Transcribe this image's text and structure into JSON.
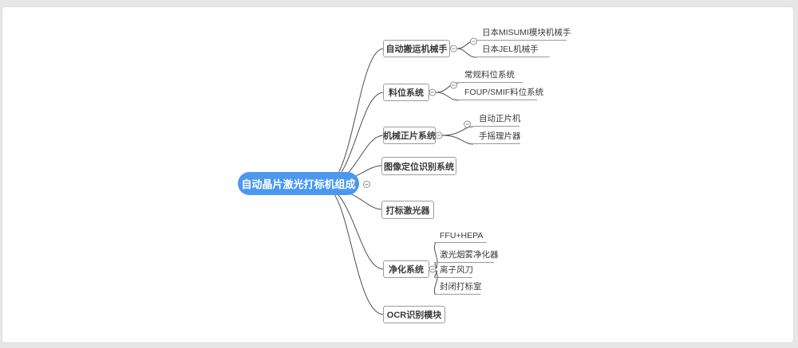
{
  "mindmap": {
    "root": {
      "label": "自动晶片激光打标机组成"
    },
    "branches": [
      {
        "label": "自动搬运机械手",
        "children": [
          "日本MISUMI模块机械手",
          "日本JEL机械手"
        ]
      },
      {
        "label": "料位系统",
        "children": [
          "常规料位系统",
          "FOUP/SMIF料位系统"
        ]
      },
      {
        "label": "机械正片系统",
        "children": [
          "自动正片机",
          "手摇理片器"
        ]
      },
      {
        "label": "图像定位识别系统",
        "children": []
      },
      {
        "label": "打标激光器",
        "children": []
      },
      {
        "label": "净化系统",
        "children": [
          "FFU+HEPA",
          "激光烟雾净化器",
          "离子风刀",
          "封闭打标室"
        ]
      },
      {
        "label": "OCR识别模块",
        "children": []
      }
    ],
    "icons": {
      "collapse": "minus-in-circle"
    },
    "colors": {
      "root_fill": "#4c98f0",
      "root_text": "#ffffff",
      "topic_border": "#9c9c9c",
      "topic_text": "#3a3a3a",
      "connector": "#4f4f4f",
      "canvas_bg": "#ffffff",
      "page_bg": "#e7e7e7"
    }
  }
}
